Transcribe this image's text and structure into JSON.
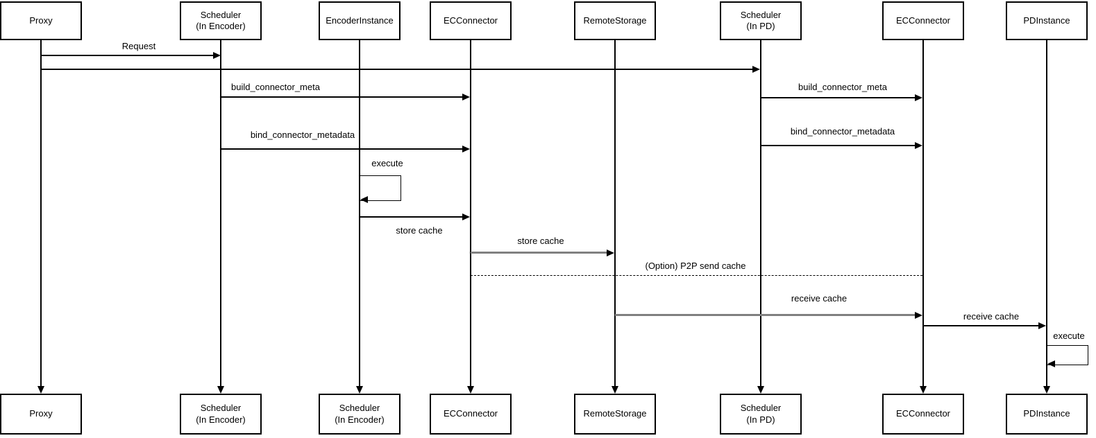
{
  "diagram": {
    "type": "uml-sequence-diagram",
    "colors": {
      "stroke": "#000000",
      "muted_stroke": "#808080",
      "background": "#ffffff"
    },
    "actors_top": [
      "Proxy",
      "Scheduler\n(In Encoder)",
      "EncoderInstance",
      "ECConnector",
      "RemoteStorage",
      "Scheduler\n(In PD)",
      "ECConnector",
      "PDInstance"
    ],
    "actors_bottom": [
      "Proxy",
      "Scheduler\n(In Encoder)",
      "Scheduler\n(In Encoder)",
      "ECConnector",
      "RemoteStorage",
      "Scheduler\n(In PD)",
      "ECConnector",
      "PDInstance"
    ],
    "messages": [
      {
        "id": "request",
        "from": "Proxy",
        "to": "Scheduler (In Encoder)",
        "label": "Request",
        "style": "solid"
      },
      {
        "id": "proxy-to-scheduler-pd",
        "from": "Proxy",
        "to": "Scheduler (In PD)",
        "label": "",
        "style": "solid"
      },
      {
        "id": "build-connector-meta-encoder",
        "from": "Scheduler (In Encoder)",
        "to": "ECConnector",
        "label": "build_connector_meta",
        "style": "solid"
      },
      {
        "id": "build-connector-meta-pd",
        "from": "Scheduler (In PD)",
        "to": "ECConnector",
        "label": "build_connector_meta",
        "style": "solid"
      },
      {
        "id": "bind-connector-metadata-encoder",
        "from": "Scheduler (In Encoder)",
        "to": "ECConnector",
        "label": "bind_connector_metadata",
        "style": "solid"
      },
      {
        "id": "bind-connector-metadata-pd",
        "from": "Scheduler (In PD)",
        "to": "ECConnector",
        "label": "bind_connector_metadata",
        "style": "solid"
      },
      {
        "id": "execute-encoder",
        "from": "EncoderInstance",
        "to": "EncoderInstance",
        "label": "execute",
        "style": "self-loop"
      },
      {
        "id": "store-cache-encoder-to-ec",
        "from": "EncoderInstance",
        "to": "ECConnector",
        "label": "store cache",
        "style": "solid"
      },
      {
        "id": "store-cache-ec-to-remote",
        "from": "ECConnector",
        "to": "RemoteStorage",
        "label": "store cache",
        "style": "solid-gray"
      },
      {
        "id": "p2p-send-cache",
        "from": "ECConnector",
        "to": "ECConnector (PD side)",
        "label": "(Option) P2P send cache",
        "style": "dashed"
      },
      {
        "id": "receive-cache-remote-to-ec",
        "from": "RemoteStorage",
        "to": "ECConnector",
        "label": "receive cache",
        "style": "solid-gray"
      },
      {
        "id": "receive-cache-ec-to-pd",
        "from": "ECConnector",
        "to": "PDInstance",
        "label": "receive cache",
        "style": "solid"
      },
      {
        "id": "execute-pd",
        "from": "PDInstance",
        "to": "PDInstance",
        "label": "execute",
        "style": "self-loop"
      }
    ]
  }
}
